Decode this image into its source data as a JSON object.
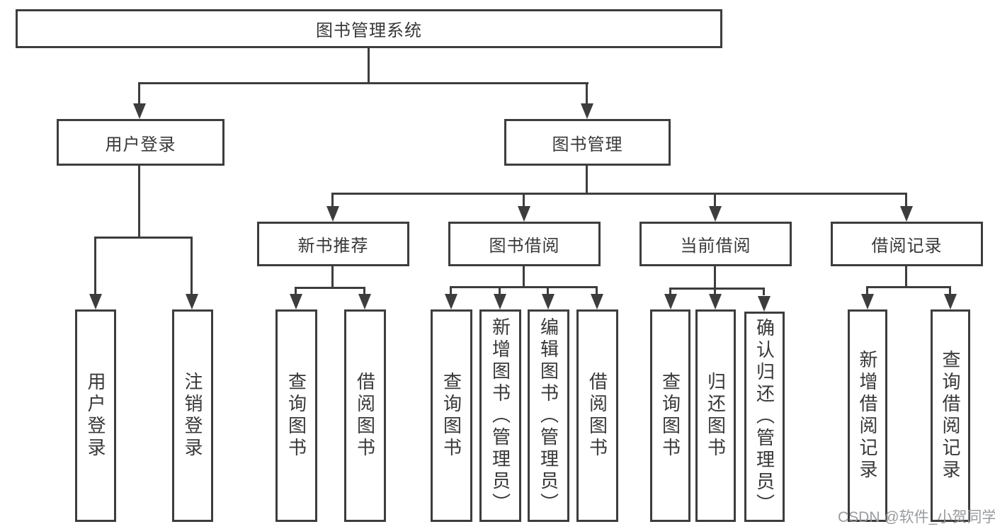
{
  "diagram": {
    "root": {
      "label": "图书管理系统"
    },
    "branches": [
      {
        "label": "用户登录",
        "children": [
          {
            "label": "用户登录"
          },
          {
            "label": "注销登录"
          }
        ]
      },
      {
        "label": "图书管理",
        "sections": [
          {
            "label": "新书推荐",
            "children": [
              {
                "label": "查询图书"
              },
              {
                "label": "借阅图书"
              }
            ]
          },
          {
            "label": "图书借阅",
            "children": [
              {
                "label": "查询图书"
              },
              {
                "label": "新增图书（管理员）"
              },
              {
                "label": "编辑图书（管理员）"
              },
              {
                "label": "借阅图书"
              }
            ]
          },
          {
            "label": "当前借阅",
            "children": [
              {
                "label": "查询图书"
              },
              {
                "label": "归还图书"
              },
              {
                "label": "确认归还（管理员）"
              }
            ]
          },
          {
            "label": "借阅记录",
            "children": [
              {
                "label": "新增借阅记录"
              },
              {
                "label": "查询借阅记录"
              }
            ]
          }
        ]
      }
    ]
  },
  "watermark": {
    "text": "CSDN @软件_小贺同学"
  },
  "colors": {
    "line": "#3d3d3d",
    "text": "#383838",
    "watermark": "#949699",
    "background": "#ffffff"
  }
}
